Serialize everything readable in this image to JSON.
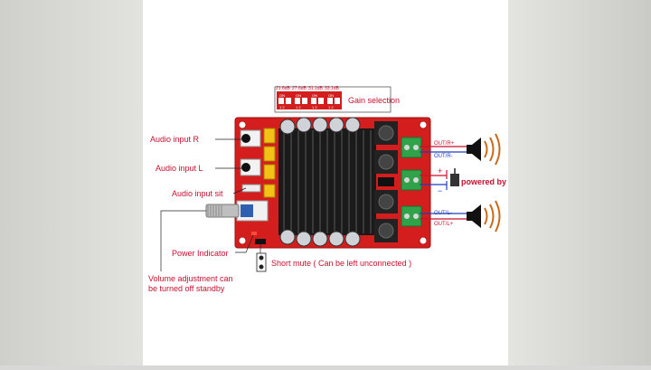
{
  "labels": {
    "gain_selection": "Gain selection",
    "audio_input_r": "Audio input R",
    "audio_input_l": "Audio input L",
    "audio_input_sit": "Audio input sit",
    "power_indicator": "Power Indicator",
    "volume_adjust_line1": "Volume adjustment can",
    "volume_adjust_line2": "be turned off standby",
    "short_mute": "Short mute ( Can be left unconnected )",
    "out_r_plus": "OUT/R+",
    "out_r_minus": "OUT/R-",
    "out_l_minus": "OUT/L-",
    "out_l_plus": "OUT/L+",
    "plus_sign": "+",
    "minus_sign": "−",
    "powered_by": "powered by"
  },
  "gain_switches": [
    {
      "label": "21.6dB",
      "on": "ON",
      "pins": "1 2"
    },
    {
      "label": "27.6dB",
      "on": "ON",
      "pins": "1 2"
    },
    {
      "label": "31.1dB",
      "on": "ON",
      "pins": "1 2"
    },
    {
      "label": "33.1dB",
      "on": "ON",
      "pins": "1 2"
    }
  ],
  "colors": {
    "label_red": "#c8102e",
    "pcb_red": "#d41e1e",
    "heatsink": "#1a1a1a",
    "terminal_green": "#2fa24a",
    "cap_yellow": "#f2c316",
    "wire_blue": "#1f3fbf"
  }
}
